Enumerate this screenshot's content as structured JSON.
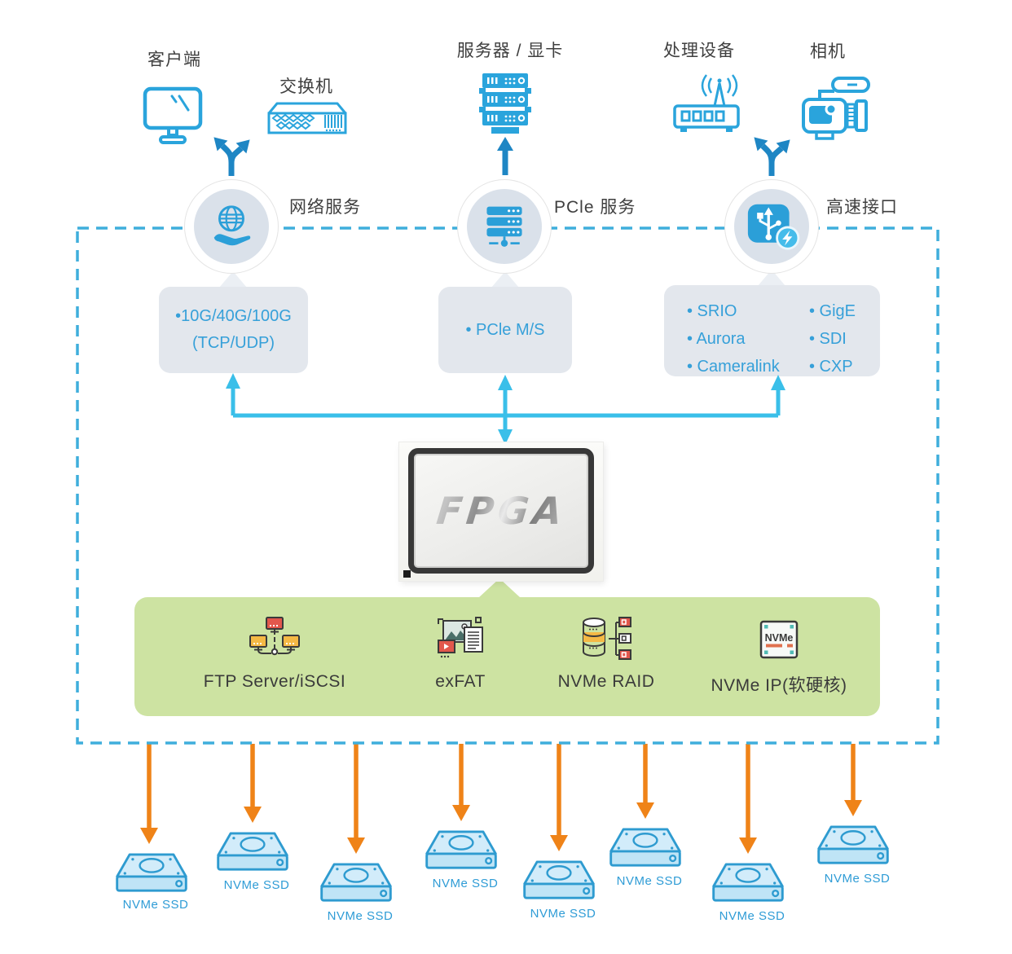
{
  "colors": {
    "accent_blue": "#2AA4DC",
    "arrow_blue": "#1E86C4",
    "connector_cyan": "#3ABFE9",
    "dashed_border": "#3FAEDC",
    "spec_box_bg": "#E3E7ED",
    "spec_text_blue": "#36A0D9",
    "green_box_bg": "#CDE3A2",
    "orange_arrow": "#EF8318",
    "ssd_blue": "#2E9BD0",
    "dark_text": "#3C3C3C"
  },
  "devices": [
    {
      "label": "客户端"
    },
    {
      "label": "交换机"
    },
    {
      "label": "服务器 / 显卡"
    },
    {
      "label": "处理设备"
    },
    {
      "label": "相机"
    }
  ],
  "services": [
    {
      "label": "网络服务"
    },
    {
      "label": "PCle 服务"
    },
    {
      "label": "高速接口"
    }
  ],
  "spec_boxes": {
    "network": {
      "line1": "•10G/40G/100G",
      "line2": "(TCP/UDP)"
    },
    "pcie": {
      "line1": "• PCle M/S"
    },
    "highspeed": {
      "col1": [
        "• SRIO",
        "• Aurora",
        "• Cameralink"
      ],
      "col2": [
        "• GigE",
        "• SDI",
        "• CXP"
      ]
    }
  },
  "fpga": {
    "label": "FPGA"
  },
  "features": [
    {
      "label": "FTP Server/iSCSI"
    },
    {
      "label": "exFAT"
    },
    {
      "label": "NVMe RAID"
    },
    {
      "label": "NVMe IP(软硬核)"
    }
  ],
  "nvme_chip_text": "NVMe",
  "ssds": [
    {
      "label": "NVMe SSD"
    },
    {
      "label": "NVMe SSD"
    },
    {
      "label": "NVMe SSD"
    },
    {
      "label": "NVMe SSD"
    },
    {
      "label": "NVMe SSD"
    },
    {
      "label": "NVMe SSD"
    },
    {
      "label": "NVMe SSD"
    },
    {
      "label": "NVMe SSD"
    }
  ]
}
